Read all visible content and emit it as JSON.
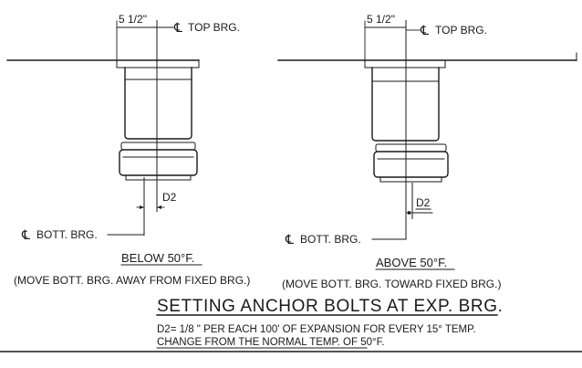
{
  "left_detail": {
    "dimension": "5 1/2\"",
    "top_bearing_symbol": "℄",
    "top_bearing_label": "TOP BRG.",
    "offset_label": "D2",
    "bottom_bearing_symbol": "℄",
    "bottom_bearing_label": "BOTT. BRG.",
    "caption": "BELOW 50°F.",
    "instruction": "(MOVE BOTT. BRG. AWAY FROM FIXED BRG.)"
  },
  "right_detail": {
    "dimension": "5 1/2\"",
    "top_bearing_symbol": "℄",
    "top_bearing_label": "TOP BRG.",
    "offset_label": "D2",
    "bottom_bearing_symbol": "℄",
    "bottom_bearing_label": "BOTT. BRG.",
    "caption": "ABOVE 50°F.",
    "instruction": "(MOVE BOTT. BRG. TOWARD FIXED BRG.)"
  },
  "title": "SETTING ANCHOR BOLTS AT EXP. BRG.",
  "note_line_1": "D2= 1/8 \" PER EACH 100' OF EXPANSION FOR EVERY 15° TEMP.",
  "note_line_2": "CHANGE FROM THE NORMAL TEMP. OF 50°F."
}
